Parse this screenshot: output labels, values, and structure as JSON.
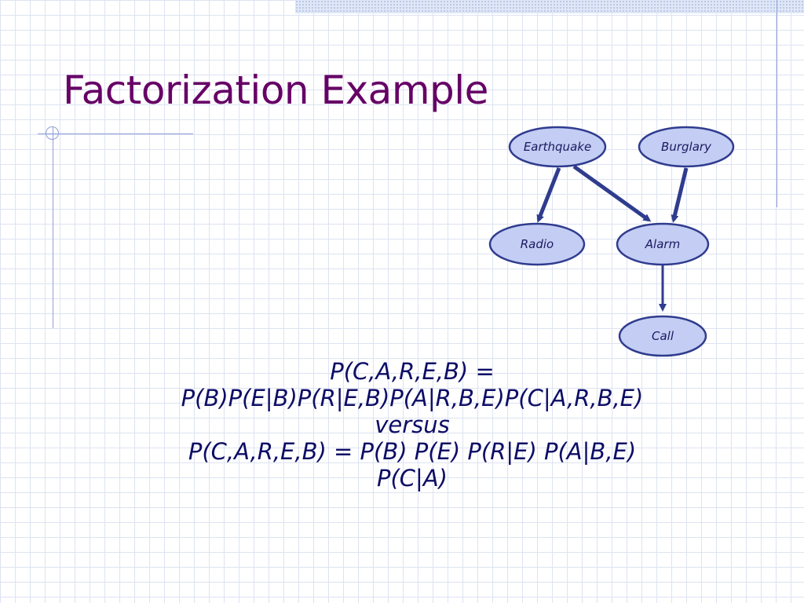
{
  "slide": {
    "title": "Factorization Example"
  },
  "diagram": {
    "nodes": {
      "earthquake": "Earthquake",
      "burglary": "Burglary",
      "radio": "Radio",
      "alarm": "Alarm",
      "call": "Call"
    },
    "edges": [
      [
        "Earthquake",
        "Radio"
      ],
      [
        "Earthquake",
        "Alarm"
      ],
      [
        "Burglary",
        "Alarm"
      ],
      [
        "Alarm",
        "Call"
      ]
    ]
  },
  "formulas": {
    "line1": "P(C,A,R,E,B) =",
    "line2": "P(B)P(E|B)P(R|E,B)P(A|R,B,E)P(C|A,R,B,E)",
    "line3": "versus",
    "line4": "P(C,A,R,E,B) = P(B) P(E) P(R|E) P(A|B,E)",
    "line5": "P(C|A)"
  },
  "colors": {
    "title": "#660066",
    "node_fill": "#c4cdf3",
    "node_stroke": "#2f3c8e",
    "edge": "#2f3c8e",
    "formula_text": "#0d0d66"
  }
}
